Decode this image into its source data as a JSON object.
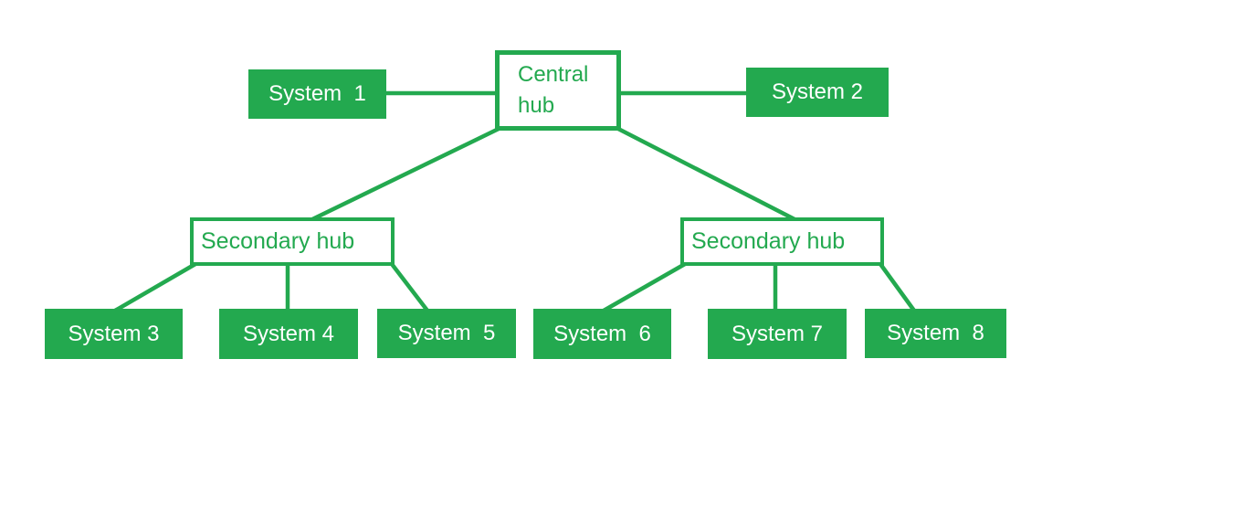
{
  "colors": {
    "green": "#23a94f",
    "filled_node_text": "#ffffff",
    "background": "#ffffff"
  },
  "diagram": {
    "central_hub": {
      "label": "Central hub"
    },
    "secondary_hub_left": {
      "label": "Secondary hub"
    },
    "secondary_hub_right": {
      "label": "Secondary hub"
    },
    "systems": [
      {
        "label": "System  1"
      },
      {
        "label": "System 2"
      },
      {
        "label": "System 3"
      },
      {
        "label": "System 4"
      },
      {
        "label": "System  5"
      },
      {
        "label": "System  6"
      },
      {
        "label": "System 7"
      },
      {
        "label": "System  8"
      }
    ],
    "edges": [
      {
        "from": "System 1",
        "to": "Central hub"
      },
      {
        "from": "Central hub",
        "to": "System 2"
      },
      {
        "from": "Central hub",
        "to": "Secondary hub (left)"
      },
      {
        "from": "Central hub",
        "to": "Secondary hub (right)"
      },
      {
        "from": "Secondary hub (left)",
        "to": "System 3"
      },
      {
        "from": "Secondary hub (left)",
        "to": "System 4"
      },
      {
        "from": "Secondary hub (left)",
        "to": "System 5"
      },
      {
        "from": "Secondary hub (right)",
        "to": "System 6"
      },
      {
        "from": "Secondary hub (right)",
        "to": "System 7"
      },
      {
        "from": "Secondary hub (right)",
        "to": "System 8"
      }
    ]
  }
}
